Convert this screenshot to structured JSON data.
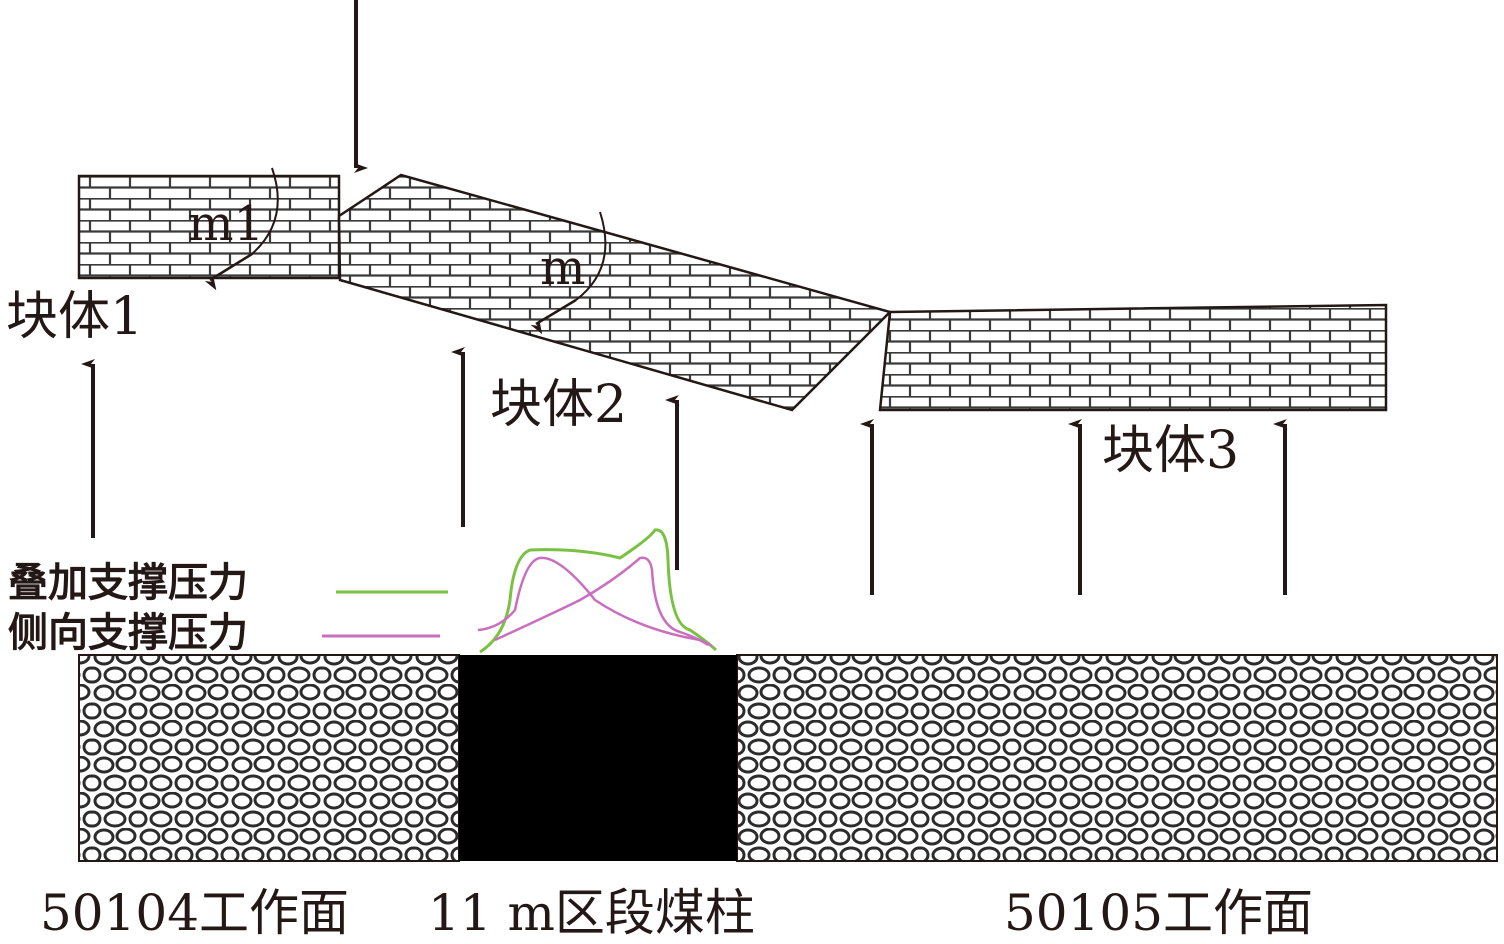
{
  "blocks": {
    "block1": "块体1",
    "block2": "块体2",
    "block3": "块体3"
  },
  "moments": {
    "m1": "m1",
    "m": "m"
  },
  "legend": {
    "superimposed": "叠加支撑压力",
    "lateral": "侧向支撑压力"
  },
  "bottom_labels": {
    "left_face": "50104工作面",
    "pillar": "11 m区段煤柱",
    "right_face": "50105工作面"
  },
  "colors": {
    "superimposed": "#7ac143",
    "lateral": "#c86fc0",
    "pillar": "#000000",
    "ink": "#231815"
  }
}
